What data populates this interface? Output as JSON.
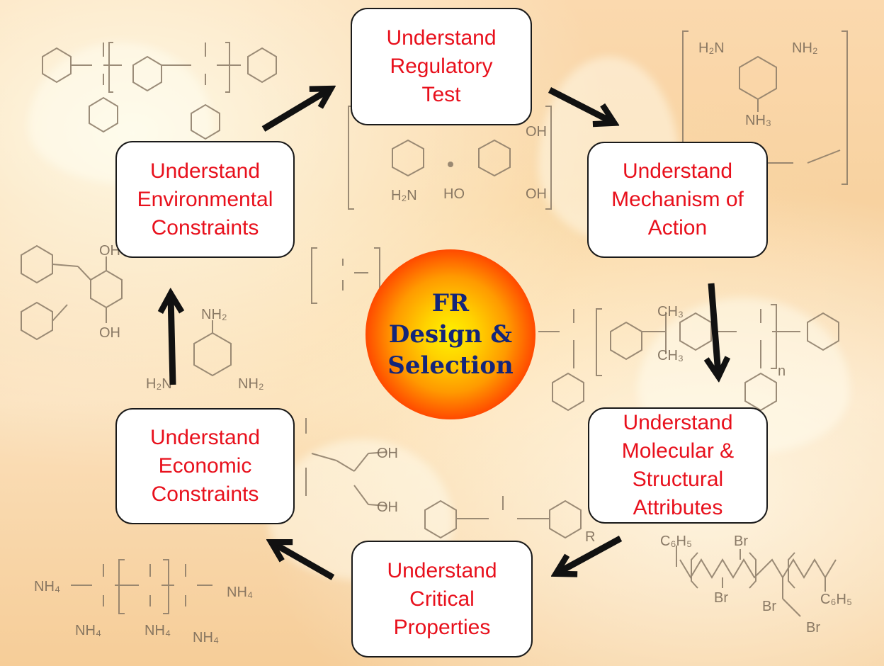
{
  "center": {
    "label": "FR\nDesign &\nSelection"
  },
  "steps": [
    {
      "id": "regulatory",
      "label": "Understand\nRegulatory\nTest"
    },
    {
      "id": "mechanism",
      "label": "Understand\nMechanism of\nAction"
    },
    {
      "id": "molecular",
      "label": "Understand\nMolecular  &\nStructural\nAttributes"
    },
    {
      "id": "critical",
      "label": "Understand\nCritical\nProperties"
    },
    {
      "id": "economic",
      "label": "Understand\nEconomic\nConstraints"
    },
    {
      "id": "environmental",
      "label": "Understand\nEnvironmental\nConstraints"
    }
  ],
  "colors": {
    "label_red": "#e8101c",
    "center_text": "#13257a",
    "arrow": "#111111",
    "structure_line": "#8a7a66"
  },
  "structure_labels": {
    "nh2_a": "H₂N",
    "nh2_b": "NH₂",
    "nh3": "NH₃",
    "oh_a": "OH",
    "oh_b": "OH",
    "oh_c": "HO",
    "br_a": "Br",
    "br_b": "Br",
    "br_c": "Br",
    "c6h5_a": "C₆H₅",
    "c6h5_b": "C₆H₅",
    "nh4_a": "NH₄",
    "nh4_b": "NH₄",
    "nh4_c": "NH₄",
    "nh4_d": "NH₄",
    "ch3": "CH₃",
    "r": "R",
    "n": "n"
  }
}
